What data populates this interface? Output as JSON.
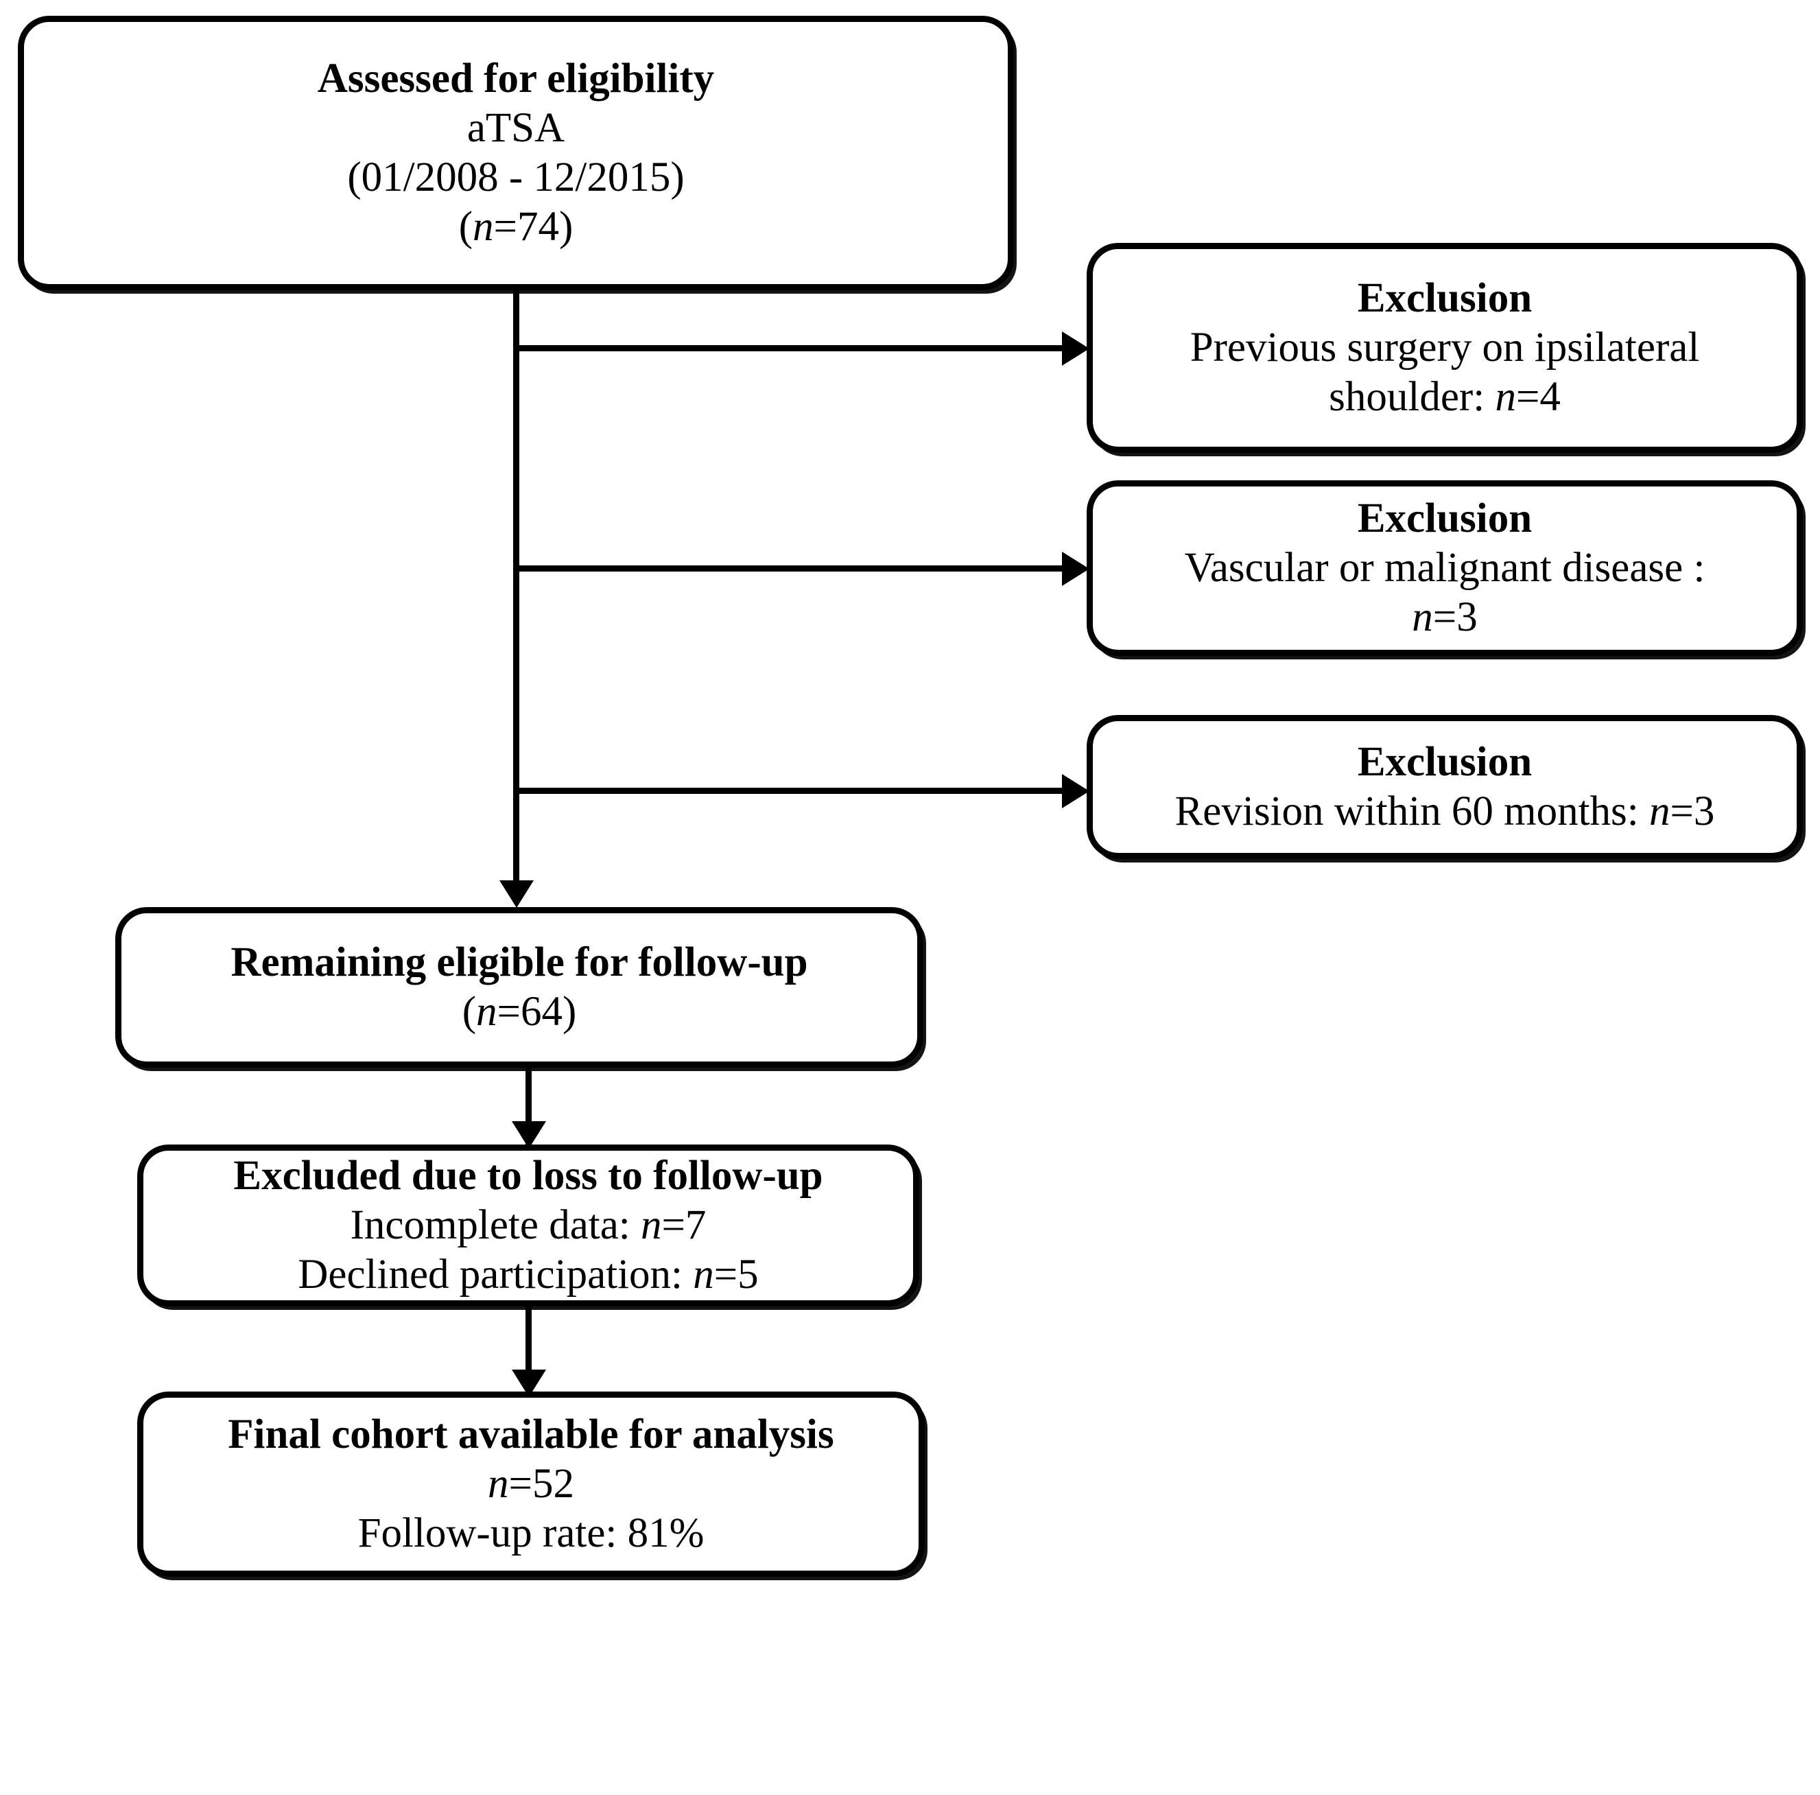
{
  "diagram": {
    "type": "prisma-style-patient-flow-chart",
    "nodes": {
      "assessed": {
        "line1": "Assessed for eligibility",
        "line2": "aTSA",
        "line3": "(01/2008 - 12/2015)",
        "line4_prefix": "(",
        "line4_italic": "n",
        "line4_suffix": "=74)"
      },
      "exclusion_1": {
        "heading": "Exclusion",
        "line1": "Previous surgery on ipsilateral",
        "line2_prefix": "shoulder: ",
        "line2_italic": "n",
        "line2_suffix": "=4"
      },
      "exclusion_2": {
        "heading": "Exclusion",
        "line1": "Vascular or malignant disease :",
        "line2_italic": "n",
        "line2_suffix": "=3"
      },
      "exclusion_3": {
        "heading": "Exclusion",
        "line1_prefix": "Revision within 60 months: ",
        "line1_italic": "n",
        "line1_suffix": "=3"
      },
      "remaining": {
        "heading": "Remaining eligible for follow-up",
        "line1_prefix": "(",
        "line1_italic": "n",
        "line1_suffix": "=64)"
      },
      "lost": {
        "heading": "Excluded due to loss to follow-up",
        "line1_prefix": "Incomplete data: ",
        "line1_italic": "n",
        "line1_suffix": "=7",
        "line2_prefix": "Declined participation: ",
        "line2_italic": "n",
        "line2_suffix": "=5"
      },
      "final": {
        "heading": "Final cohort available for analysis",
        "line1_italic": "n",
        "line1_suffix": "=52",
        "line2": "Follow-up rate: 81%"
      }
    },
    "colors": {
      "stroke": "#000000",
      "fill": "#ffffff",
      "text": "#000000"
    }
  }
}
